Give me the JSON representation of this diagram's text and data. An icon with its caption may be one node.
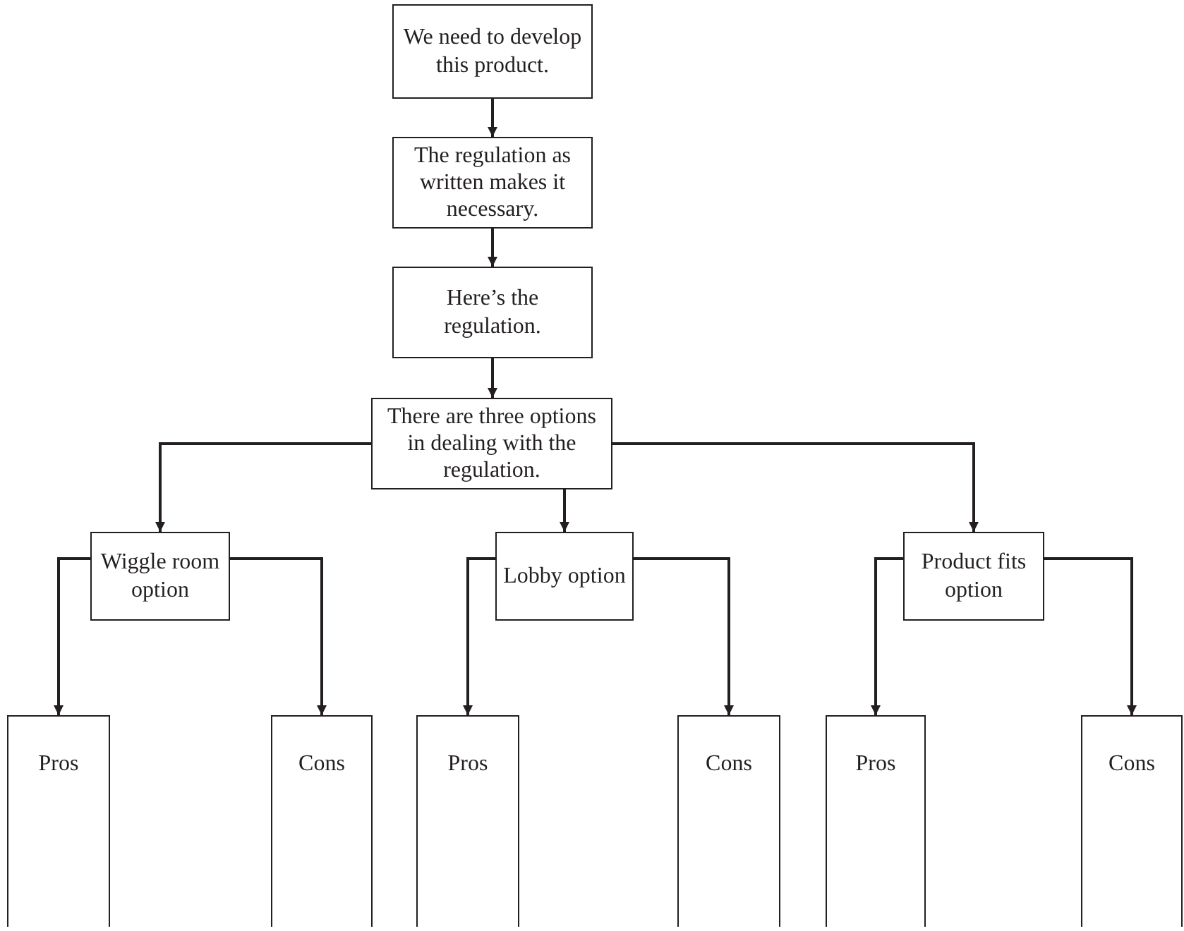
{
  "diagram": {
    "nodes": [
      {
        "text": [
          "We need to develop this product."
        ]
      },
      {
        "text": [
          "The regulation as written makes it necessary."
        ]
      },
      {
        "text": [
          "Here’s the regulation."
        ]
      },
      {
        "text": [
          "There are three options in dealing with the regulation."
        ]
      },
      {
        "text": [
          "Wiggle room option"
        ]
      },
      {
        "text": [
          "Lobby option"
        ]
      },
      {
        "text": [
          "Product fits option"
        ]
      },
      {
        "text": [
          "Pros"
        ]
      },
      {
        "text": [
          "Cons"
        ]
      },
      {
        "text": [
          "Pros"
        ]
      },
      {
        "text": [
          "Cons"
        ]
      },
      {
        "text": [
          "Pros"
        ]
      },
      {
        "text": [
          "Cons"
        ]
      }
    ],
    "edges": [
      {
        "from": 0,
        "to": 1,
        "arrow": "to"
      },
      {
        "from": 1,
        "to": 2,
        "arrow": "to"
      },
      {
        "from": 2,
        "to": 3,
        "arrow": "to"
      },
      {
        "from": 3,
        "to": 4,
        "arrow": "to"
      },
      {
        "from": 3,
        "to": 5,
        "arrow": "to"
      },
      {
        "from": 3,
        "to": 6,
        "arrow": "to"
      },
      {
        "from": 4,
        "to": 7,
        "arrow": "to"
      },
      {
        "from": 4,
        "to": 8,
        "arrow": "to"
      },
      {
        "from": 5,
        "to": 9,
        "arrow": "to"
      },
      {
        "from": 5,
        "to": 10,
        "arrow": "to"
      },
      {
        "from": 6,
        "to": 11,
        "arrow": "to"
      },
      {
        "from": 6,
        "to": 12,
        "arrow": "to"
      }
    ]
  }
}
